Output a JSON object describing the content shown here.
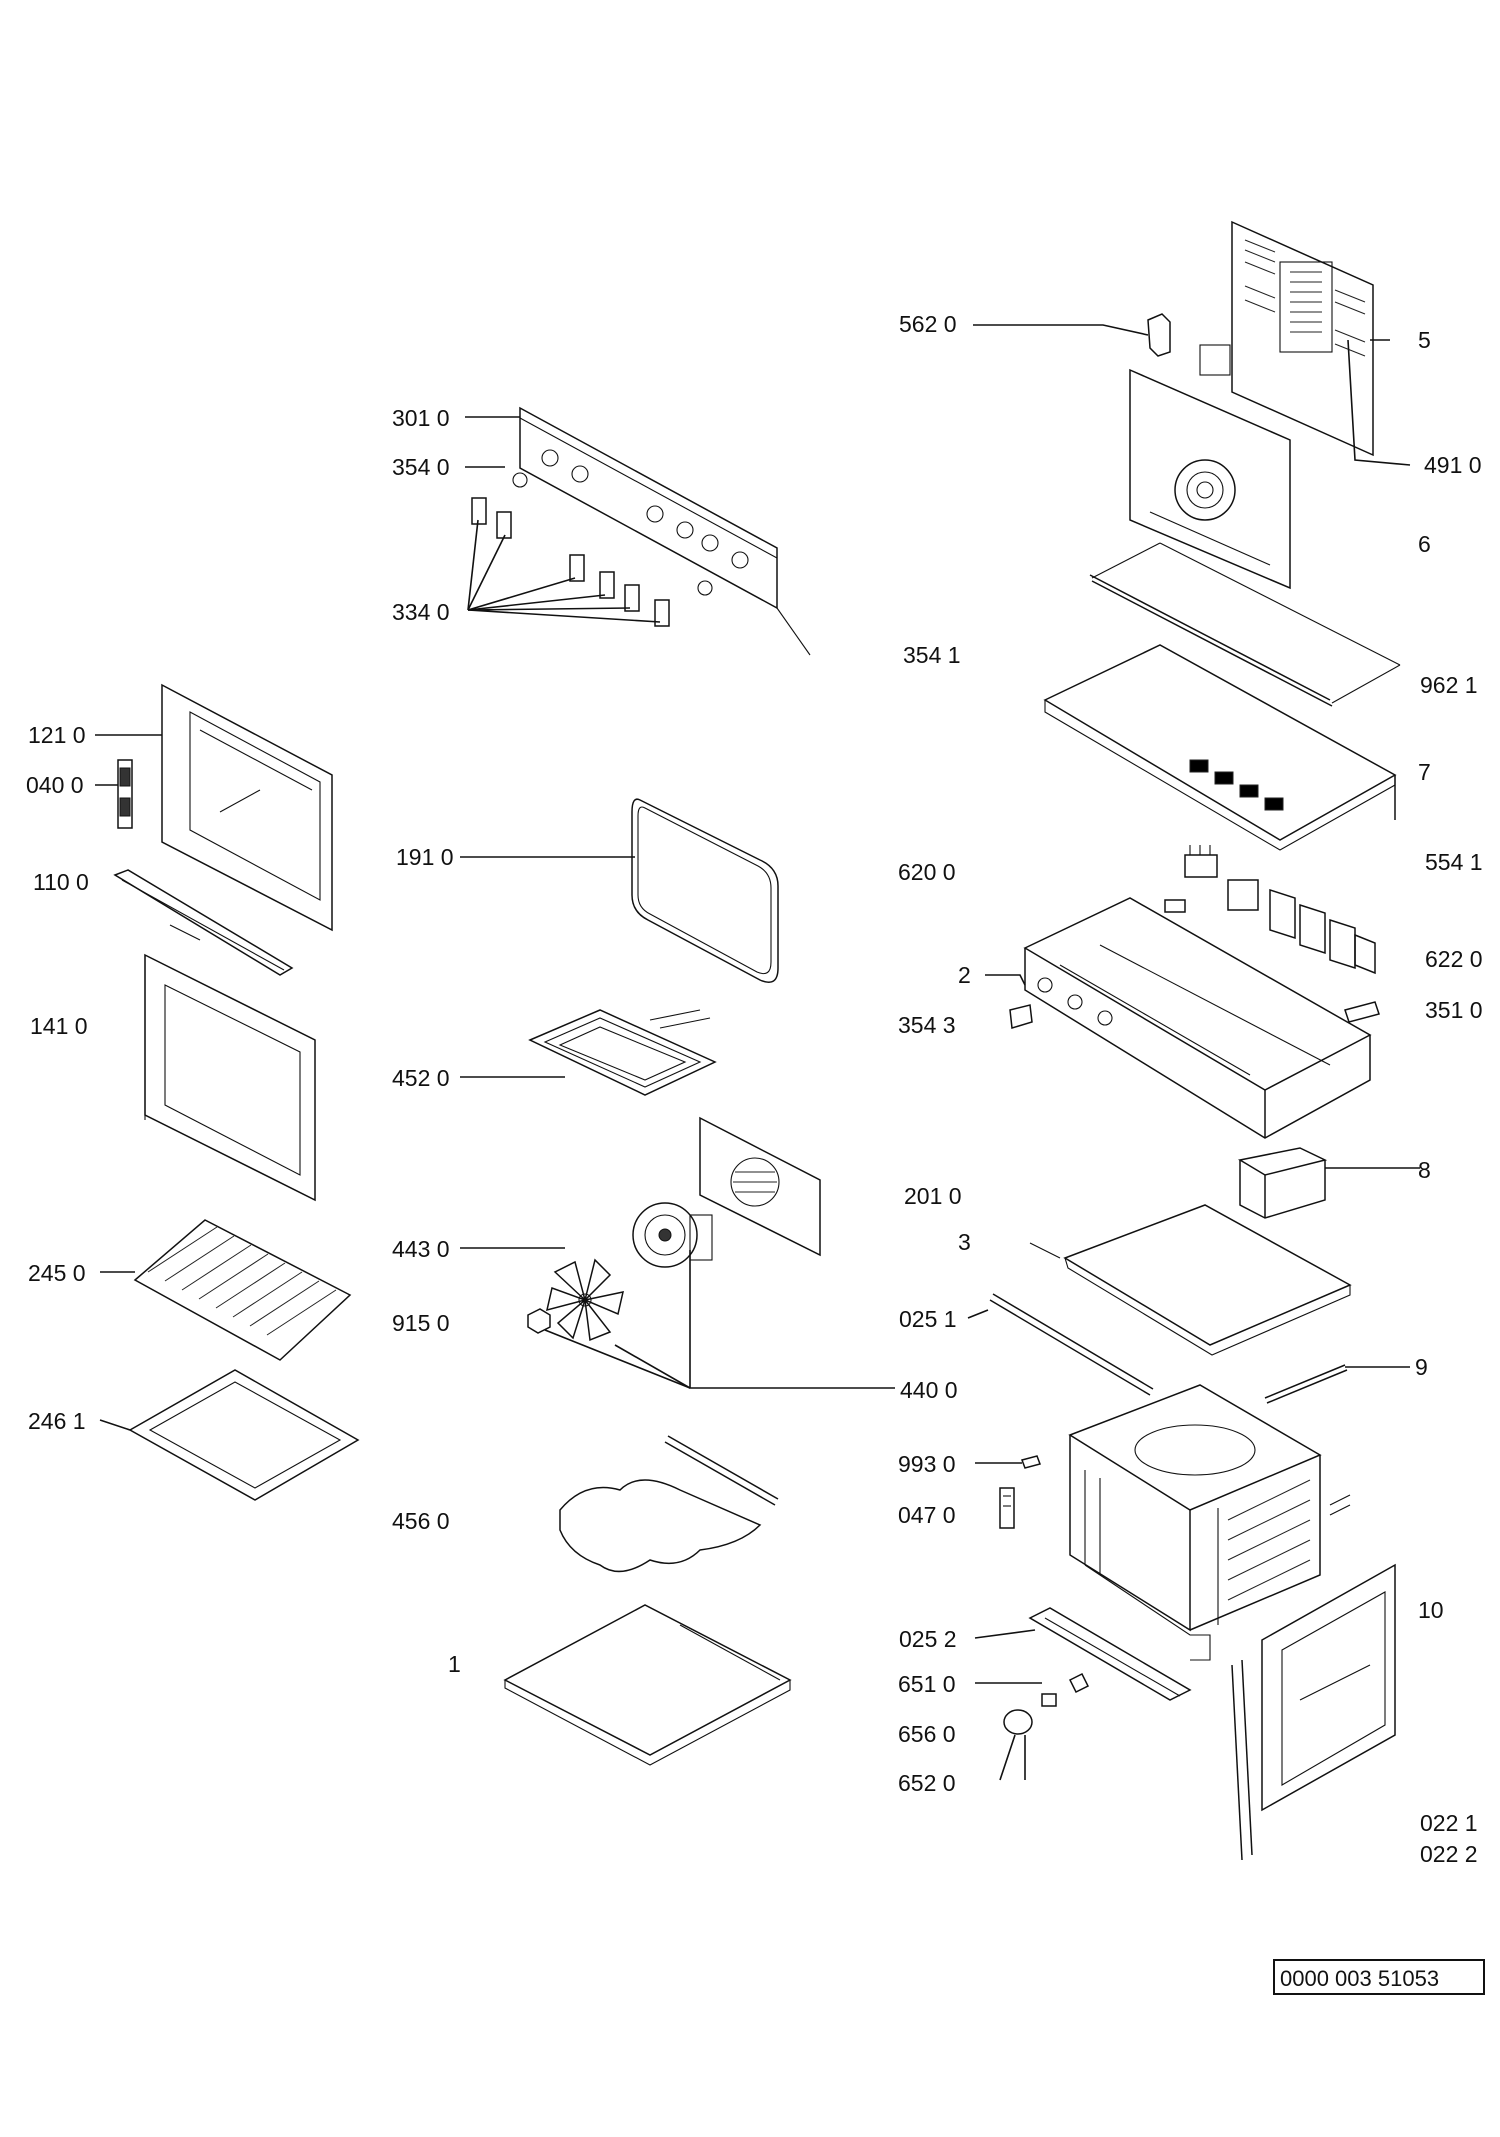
{
  "labels": {
    "l5620": "562 0",
    "l5": "5",
    "l4910": "491 0",
    "l6": "6",
    "l3010": "301 0",
    "l3540": "354 0",
    "l3340": "334 0",
    "l3541": "354 1",
    "l9621": "962 1",
    "l7": "7",
    "l1210": "121 0",
    "l0400": "040 0",
    "l1100": "110 0",
    "l1910": "191 0",
    "l6200": "620 0",
    "l5541": "554 1",
    "l2": "2",
    "l6220": "622 0",
    "l1410": "141 0",
    "l3543": "354 3",
    "l3510": "351 0",
    "l4520": "452 0",
    "l8": "8",
    "l2010": "201 0",
    "l3": "3",
    "l4430": "443 0",
    "l2450": "245 0",
    "l0251": "025 1",
    "l9150": "915 0",
    "l9": "9",
    "l4400": "440 0",
    "l2461": "246 1",
    "l9930": "993 0",
    "l0470": "047 0",
    "l4560": "456 0",
    "l10": "10",
    "l0252": "025 2",
    "l1": "1",
    "l6510": "651 0",
    "l6560": "656 0",
    "l6520": "652 0",
    "l0221": "022 1",
    "l0222": "022 2"
  },
  "document_code": "0000 003 51053"
}
